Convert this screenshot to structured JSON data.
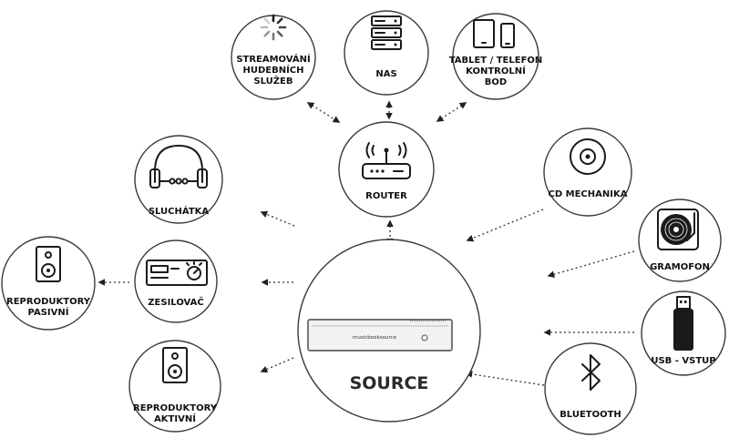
{
  "nodes": {
    "streaming": {
      "lines": [
        "STREAMOVÁNÍ",
        "HUDEBNÍCH",
        "SLUŽEB"
      ],
      "icon": "loading-spinner-icon"
    },
    "nas": {
      "lines": [
        "NAS"
      ],
      "icon": "server-rack-icon"
    },
    "tablet": {
      "lines": [
        "TABLET / TELEFON",
        "KONTROLNÍ",
        "BOD"
      ],
      "icon": "tablet-phone-icon"
    },
    "router": {
      "lines": [
        "ROUTER"
      ],
      "icon": "wifi-router-icon"
    },
    "headphones": {
      "lines": [
        "SLUCHÁTKA"
      ],
      "icon": "headphones-icon"
    },
    "cd": {
      "lines": [
        "CD MECHANIKA"
      ],
      "icon": "cd-disc-icon"
    },
    "turntable": {
      "lines": [
        "GRAMOFON"
      ],
      "icon": "turntable-icon"
    },
    "amplifier": {
      "lines": [
        "ZESILOVAČ"
      ],
      "icon": "amplifier-icon"
    },
    "passive_speakers": {
      "lines": [
        "REPRODUKTORY",
        "PASIVNÍ"
      ],
      "icon": "speaker-icon"
    },
    "usb": {
      "lines": [
        "USB - VSTUP"
      ],
      "icon": "usb-stick-icon"
    },
    "active_speakers": {
      "lines": [
        "REPRODUKTORY",
        "AKTIVNÍ"
      ],
      "icon": "speaker-icon"
    },
    "bluetooth": {
      "lines": [
        "BLUETOOTH"
      ],
      "icon": "bluetooth-icon"
    },
    "source": {
      "lines": [
        "SOURCE"
      ],
      "device_brand": "musicbooksource",
      "icon": "source-device-icon"
    }
  },
  "colors": {
    "stroke": "#3a3a3a",
    "text": "#111111",
    "device_body": "#f2f2f2"
  }
}
